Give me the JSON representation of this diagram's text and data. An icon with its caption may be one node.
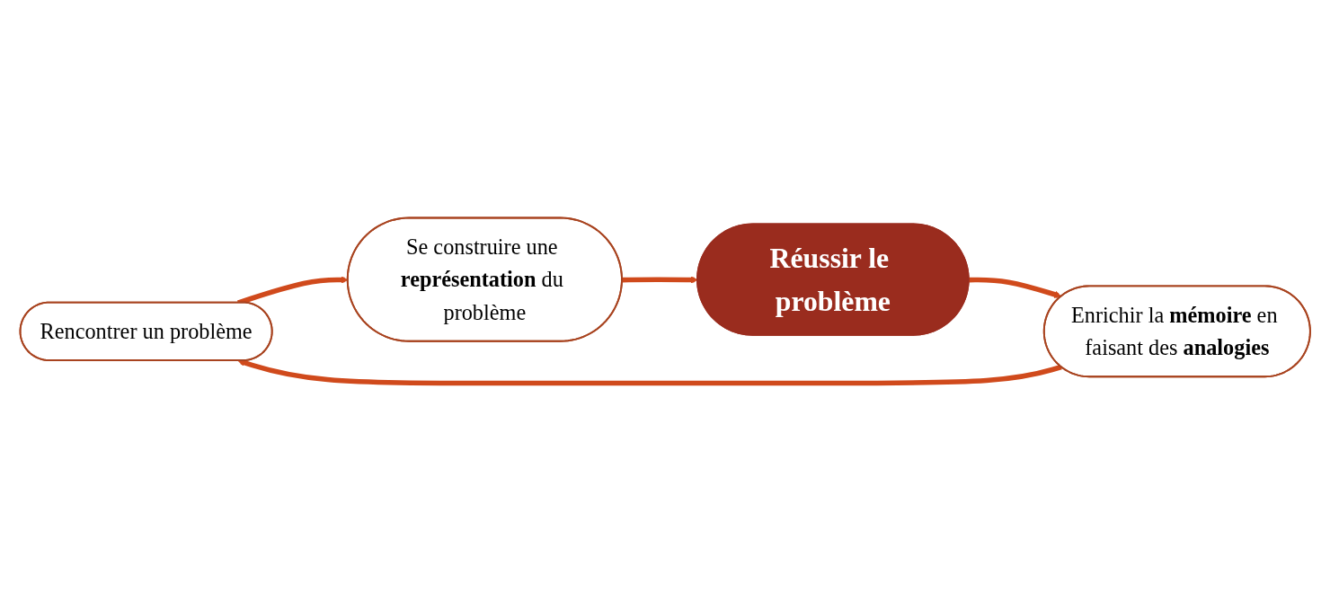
{
  "diagram": {
    "nodes": [
      {
        "text": [
          "Rencontrer un problème"
        ]
      },
      {
        "text": [
          "Se construire une **représentation** du problème"
        ]
      },
      {
        "text": [
          "Réussir le problème"
        ]
      },
      {
        "text": [
          "Enrichir la **mémoire** en faisant des **analogies**"
        ]
      }
    ],
    "edges": [
      {
        "from": 0,
        "to": 1,
        "arrow": "to"
      },
      {
        "from": 1,
        "to": 2,
        "arrow": "to"
      },
      {
        "from": 2,
        "to": 3,
        "arrow": "to"
      },
      {
        "from": 3,
        "to": 0,
        "arrow": "to"
      }
    ]
  }
}
